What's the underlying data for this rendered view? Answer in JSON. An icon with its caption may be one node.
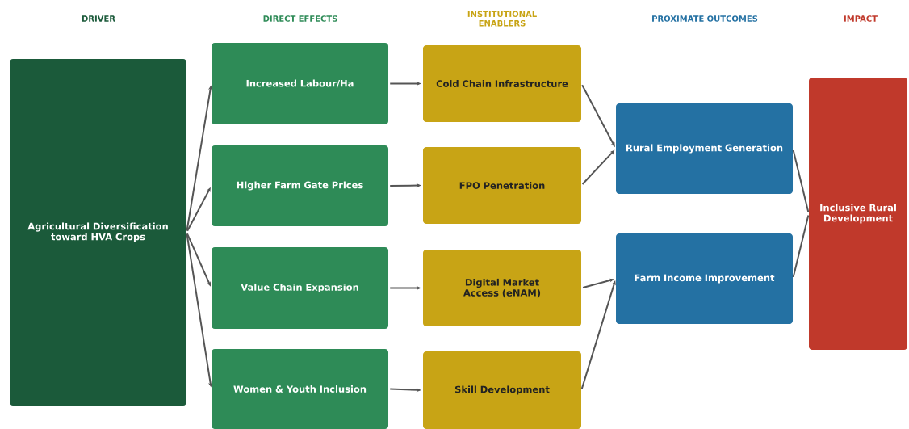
{
  "diagram": {
    "nodes": [
      {
        "text": [
          "Agricultural Diversification toward HVA Crops"
        ]
      },
      {
        "text": [
          "Increased Labour/Ha"
        ]
      },
      {
        "text": [
          "Higher Farm Gate Prices"
        ]
      },
      {
        "text": [
          "Value Chain Expansion"
        ]
      },
      {
        "text": [
          "Women & Youth Inclusion"
        ]
      },
      {
        "text": [
          "Cold Chain Infrastructure"
        ]
      },
      {
        "text": [
          "FPO Penetration"
        ]
      },
      {
        "text": [
          "Digital Market Access (eNAM)"
        ]
      },
      {
        "text": [
          "Skill Development"
        ]
      },
      {
        "text": [
          "Rural Employment Generation"
        ]
      },
      {
        "text": [
          "Farm Income Improvement"
        ]
      },
      {
        "text": [
          "Inclusive Rural Development"
        ]
      }
    ],
    "edges": [
      {
        "from": 0,
        "to": 1,
        "arrow": "to"
      },
      {
        "from": 0,
        "to": 2,
        "arrow": "to"
      },
      {
        "from": 0,
        "to": 3,
        "arrow": "to"
      },
      {
        "from": 0,
        "to": 4,
        "arrow": "to"
      },
      {
        "from": 1,
        "to": 5,
        "arrow": "to"
      },
      {
        "from": 2,
        "to": 6,
        "arrow": "to"
      },
      {
        "from": 3,
        "to": 7,
        "arrow": "to"
      },
      {
        "from": 4,
        "to": 8,
        "arrow": "to"
      },
      {
        "from": 5,
        "to": 9,
        "arrow": "to"
      },
      {
        "from": 6,
        "to": 9,
        "arrow": "to"
      },
      {
        "from": 7,
        "to": 10,
        "arrow": "to"
      },
      {
        "from": 8,
        "to": 10,
        "arrow": "to"
      },
      {
        "from": 9,
        "to": 11,
        "arrow": "none"
      },
      {
        "from": 10,
        "to": 11,
        "arrow": "none"
      }
    ],
    "labels": [
      "DRIVER",
      "DIRECT EFFECTS",
      "INSTITUTIONAL ENABLERS",
      "PROXIMATE OUTCOMES",
      "IMPACT"
    ]
  }
}
